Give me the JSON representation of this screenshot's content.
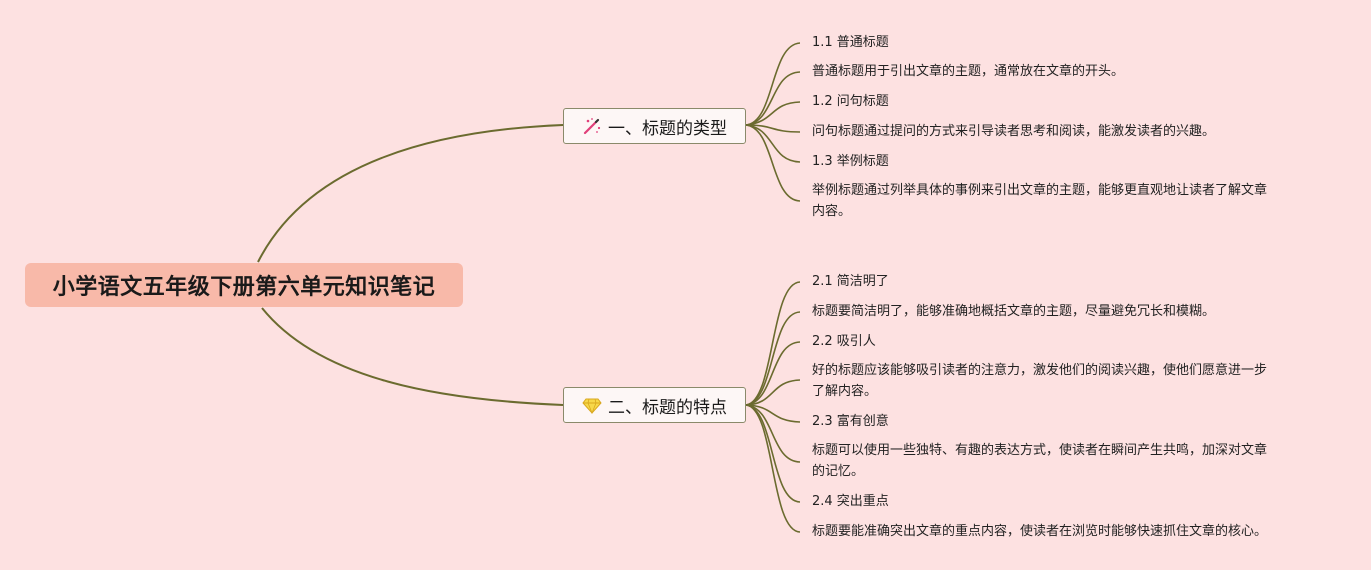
{
  "root": {
    "label": "小学语文五年级下册第六单元知识笔记"
  },
  "branches": [
    {
      "label": "一、标题的类型",
      "icon": "magic-wand-icon",
      "items": [
        {
          "title": "1.1 普通标题",
          "desc": "普通标题用于引出文章的主题，通常放在文章的开头。"
        },
        {
          "title": "1.2 问句标题",
          "desc": "问句标题通过提问的方式来引导读者思考和阅读，能激发读者的兴趣。"
        },
        {
          "title": "1.3 举例标题",
          "desc": "举例标题通过列举具体的事例来引出文章的主题，能够更直观地让读者了解文章\n内容。"
        }
      ]
    },
    {
      "label": "二、标题的特点",
      "icon": "diamond-icon",
      "items": [
        {
          "title": "2.1 简洁明了",
          "desc": "标题要简洁明了，能够准确地概括文章的主题，尽量避免冗长和模糊。"
        },
        {
          "title": "2.2 吸引人",
          "desc": "好的标题应该能够吸引读者的注意力，激发他们的阅读兴趣，使他们愿意进一步\n了解内容。"
        },
        {
          "title": "2.3 富有创意",
          "desc": "标题可以使用一些独特、有趣的表达方式，使读者在瞬间产生共鸣，加深对文章\n的记忆。"
        },
        {
          "title": "2.4 突出重点",
          "desc": "标题要能准确突出文章的重点内容，使读者在浏览时能够快速抓住文章的核心。"
        }
      ]
    }
  ],
  "colors": {
    "background": "#fde1e1",
    "root_fill": "#f8b9a9",
    "connector": "#6b6b2f"
  }
}
